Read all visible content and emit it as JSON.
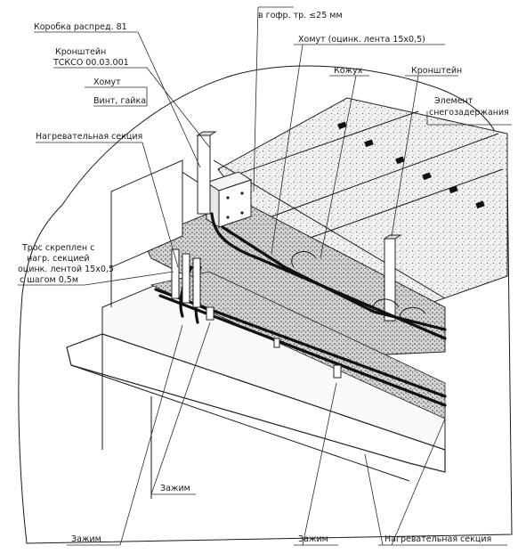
{
  "labels": {
    "box": "Коробка распред. 81",
    "bracket_top": "Кронштейн",
    "bracket_code": "ТСКСО 00.03.001",
    "clamp_top": "Хомут",
    "screw": "Винт, гайка",
    "heating_top": "Нагревательная секция",
    "conduit": "в гофр. тр. ≤25 мм",
    "clamp_band": "Хомут (оцинк. лента 15х0,5)",
    "casing": "Кожух",
    "bracket_right": "Кронштейн",
    "snow_1": "Элемент",
    "snow_2": "снегозадержания",
    "cable_1": "Трос скреплен с",
    "cable_2": "нагр. секцией",
    "cable_3": "оцинк. лентой 15х0,5",
    "cable_4": "с шагом 0,5м",
    "clamp_mid": "Зажим",
    "clamp_bot_left": "Зажим",
    "clamp_bot_mid": "Зажим",
    "heating_bottom": "Нагревательная секция"
  }
}
